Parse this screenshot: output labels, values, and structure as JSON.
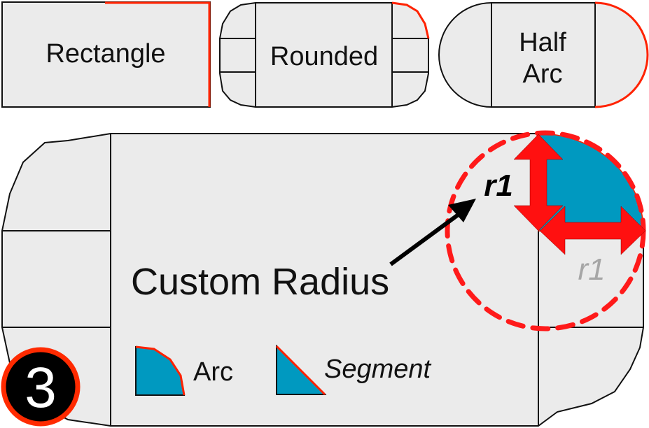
{
  "colors": {
    "shape_fill": "#ebebeb",
    "outline": "#111111",
    "highlight": "#ff2200",
    "dash_red": "#ff1a1a",
    "arc_fill": "#0099c0",
    "arrow_red": "#ff1010",
    "muted_text": "#a6a6a6",
    "badge_bg": "#000000",
    "badge_ring": "#ff2a00",
    "badge_text": "#ffffff"
  },
  "shapes": {
    "rectangle": {
      "label": "Rectangle"
    },
    "rounded": {
      "label": "Rounded"
    },
    "half_arc": {
      "label_line1": "Half",
      "label_line2": "Arc"
    }
  },
  "custom": {
    "title": "Custom Radius",
    "radius_label": "r1",
    "radius_label_muted": "r1"
  },
  "legend": [
    {
      "icon": "arc-icon",
      "label": "Arc"
    },
    {
      "icon": "segment-icon",
      "label": "Segment"
    }
  ],
  "badge": {
    "number": "3"
  }
}
